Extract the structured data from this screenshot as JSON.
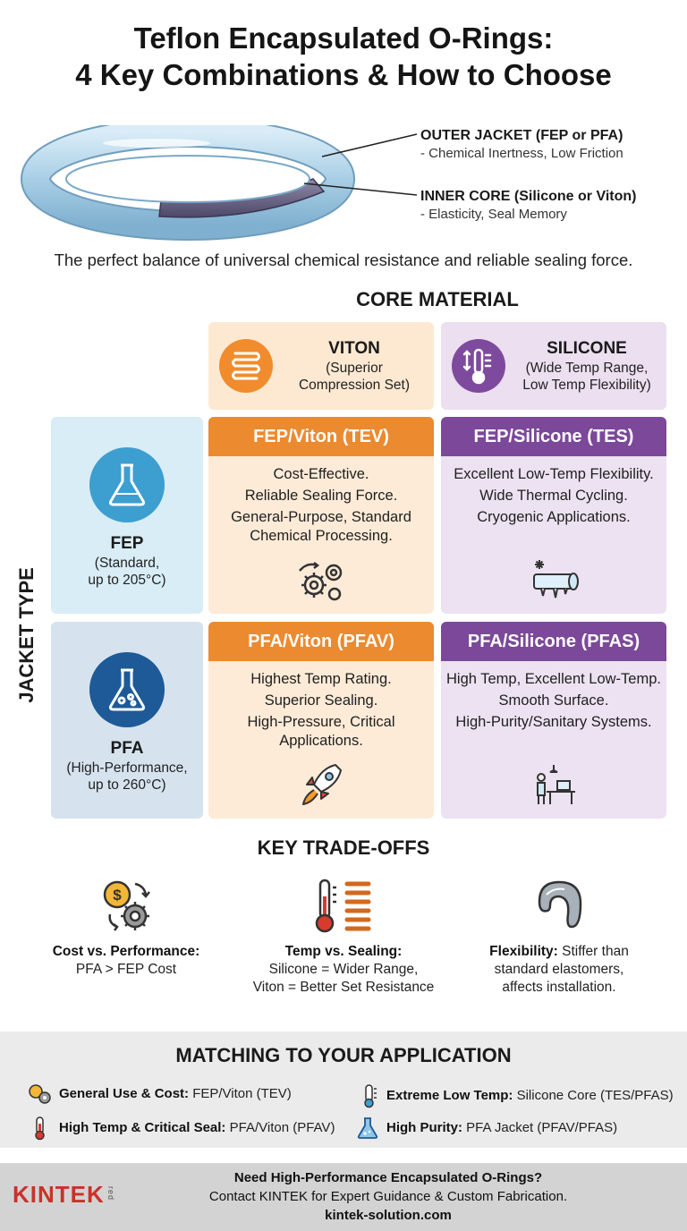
{
  "title": {
    "line1": "Teflon Encapsulated O-Rings:",
    "line2": "4 Key Combinations & How to Choose"
  },
  "callouts": [
    {
      "heading": "OUTER JACKET (FEP or PFA)",
      "sub": "- Chemical Inertness, Low Friction"
    },
    {
      "heading": "INNER CORE (Silicone or Viton)",
      "sub": "- Elasticity, Seal Memory"
    }
  ],
  "tagline": "The perfect balance of universal chemical resistance and reliable sealing force.",
  "matrix": {
    "core_title": "CORE MATERIAL",
    "jacket_title": "JACKET TYPE",
    "cores": [
      {
        "name": "VITON",
        "desc1": "(Superior",
        "desc2": "Compression Set)",
        "icon": "spring-icon"
      },
      {
        "name": "SILICONE",
        "desc1": "(Wide Temp Range,",
        "desc2": "Low Temp Flexibility)",
        "icon": "thermometer-icon"
      }
    ],
    "jackets": [
      {
        "name": "FEP",
        "desc1": "(Standard,",
        "desc2": "up to 205°C)",
        "icon": "flask-icon"
      },
      {
        "name": "PFA",
        "desc1": "(High-Performance,",
        "desc2": "up to 260°C)",
        "icon": "flask-bubbles-icon"
      }
    ],
    "cells": [
      {
        "title": "FEP/Viton (TEV)",
        "lines": [
          "Cost-Effective.",
          "Reliable Sealing Force.",
          "General-Purpose, Standard Chemical Processing."
        ],
        "icon": "gears-icon"
      },
      {
        "title": "FEP/Silicone (TES)",
        "lines": [
          "Excellent Low-Temp Flexibility.",
          "Wide Thermal Cycling.",
          "Cryogenic Applications."
        ],
        "icon": "frozen-pipe-icon"
      },
      {
        "title": "PFA/Viton (PFAV)",
        "lines": [
          "Highest Temp Rating.",
          "Superior Sealing.",
          "High-Pressure, Critical Applications."
        ],
        "icon": "rocket-icon"
      },
      {
        "title": "PFA/Silicone (PFAS)",
        "lines": [
          "High Temp, Excellent Low-Temp.",
          "Smooth Surface.",
          "High-Purity/Sanitary Systems."
        ],
        "icon": "lab-worker-icon"
      }
    ]
  },
  "tradeoffs": {
    "title": "KEY TRADE-OFFS",
    "items": [
      {
        "bold": "Cost vs. Performance:",
        "line2": "PFA > FEP Cost",
        "line3": ""
      },
      {
        "bold": "Temp vs. Sealing:",
        "line2": "Silicone = Wider Range,",
        "line3": "Viton = Better Set Resistance"
      },
      {
        "bold": "Flexibility:",
        "rest": "Stiffer than",
        "line2": "standard elastomers,",
        "line3": "affects installation."
      }
    ]
  },
  "matching": {
    "title": "MATCHING TO YOUR APPLICATION",
    "items": [
      {
        "bold": "General Use & Cost:",
        "value": "FEP/Viton (TEV)"
      },
      {
        "bold": "Extreme Low Temp:",
        "value": "Silicone Core (TES/PFAS)"
      },
      {
        "bold": "High Temp & Critical Seal:",
        "value": "PFA/Viton (PFAV)"
      },
      {
        "bold": "High Purity:",
        "value": "PFA Jacket (PFAV/PFAS)"
      }
    ]
  },
  "footer": {
    "logo": "KINTEK",
    "logo_mark": "red",
    "line1": "Need High-Performance Encapsulated O-Rings?",
    "line2": "Contact KINTEK for Expert Guidance & Custom Fabrication.",
    "line3": "kintek-solution.com"
  },
  "colors": {
    "orange": "#ec8a2f",
    "purple": "#7c4899",
    "fep_blue": "#3d9ed0",
    "pfa_blue": "#1d5a97",
    "brand_red": "#c8322a"
  }
}
